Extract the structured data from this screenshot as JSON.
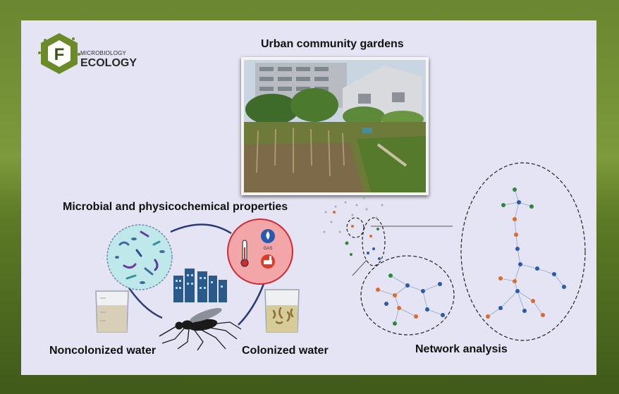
{
  "logo": {
    "letter": "F",
    "line1": "MICROBIOLOGY",
    "line2": "ECOLOGY"
  },
  "titles": {
    "gardens": "Urban community gardens",
    "properties": "Microbial and physicochemical properties",
    "noncolonized": "Noncolonized water",
    "colonized": "Colonized water",
    "network": "Network analysis"
  },
  "icons": {
    "gas_label": "GAS"
  },
  "colors": {
    "microbe_circle": "#bfe8ea",
    "physchem_circle": "#f2a6a8",
    "connector": "#283a7a",
    "background": "#e4e4f4"
  }
}
